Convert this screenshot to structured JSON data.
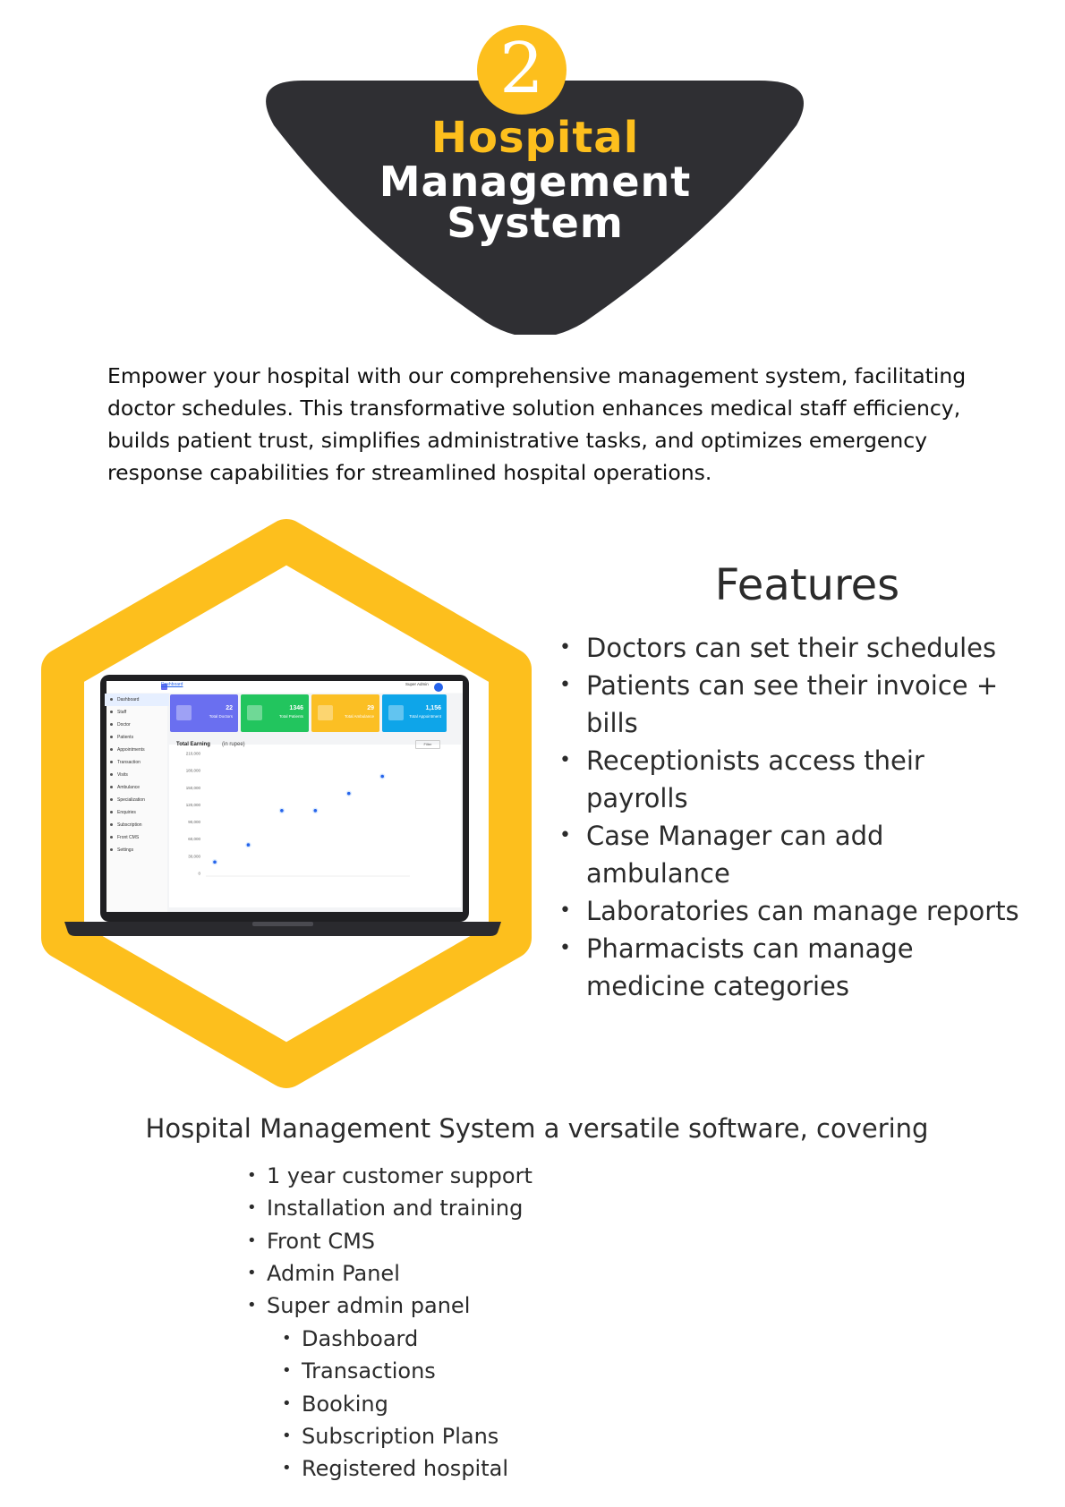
{
  "header": {
    "number": "2",
    "title_line1": "Hospital",
    "title_line2": "Management",
    "title_line3": "System"
  },
  "intro": "Empower your hospital with our comprehensive management system, facilitating doctor schedules. This transformative solution enhances medical staff efficiency, builds patient trust, simplifies administrative tasks, and optimizes emergency response capabilities for streamlined hospital operations.",
  "colors": {
    "accent": "#fdbf1d",
    "banner": "#2f2f33",
    "text": "#2b2b2b"
  },
  "screenshot": {
    "breadcrumb": "Dashboard",
    "user": "Super Admin",
    "sidebar": [
      "Dashboard",
      "Staff",
      "Doctor",
      "Patients",
      "Appointments",
      "Transaction",
      "Visits",
      "Ambulance",
      "Specialization",
      "Enquiries",
      "Subscription",
      "Front CMS",
      "Settings"
    ],
    "cards": [
      {
        "value": "22",
        "label": "Total Doctors",
        "color": "#6a6ff0"
      },
      {
        "value": "1346",
        "label": "Total Patients",
        "color": "#22c55e"
      },
      {
        "value": "29",
        "label": "Total Ambulance",
        "color": "#fbbf24"
      },
      {
        "value": "1,156",
        "label": "Total Appointment",
        "color": "#0ea5e9"
      }
    ],
    "chart_title": "Total Earning",
    "chart_unit": "(in rupee)",
    "filter_label": "Filter"
  },
  "chart_data": {
    "type": "scatter",
    "title": "Total Earning",
    "ylabel": "(in rupee)",
    "y_ticks": [
      "210,000",
      "180,000",
      "150,000",
      "120,000",
      "90,000",
      "60,000",
      "30,000",
      "0"
    ],
    "ylim": [
      0,
      210000
    ],
    "x": [
      1,
      2,
      3,
      4,
      5,
      6
    ],
    "values": [
      20000,
      50000,
      110000,
      110000,
      140000,
      170000
    ],
    "grid": false
  },
  "features": {
    "title": "Features",
    "items": [
      "Doctors can set their schedules",
      "Patients can see their invoice + bills",
      "Receptionists access their payrolls",
      "Case Manager can add ambulance",
      "Laboratories can manage reports",
      "Pharmacists can manage medicine categories"
    ]
  },
  "coverage": {
    "title": "Hospital Management System a versatile software, covering",
    "items": [
      "1 year customer support",
      "Installation and training",
      "Front CMS",
      "Admin Panel",
      "Super admin panel"
    ],
    "sub_items": [
      "Dashboard",
      "Transactions",
      "Booking",
      "Subscription Plans",
      "Registered hospital"
    ]
  }
}
